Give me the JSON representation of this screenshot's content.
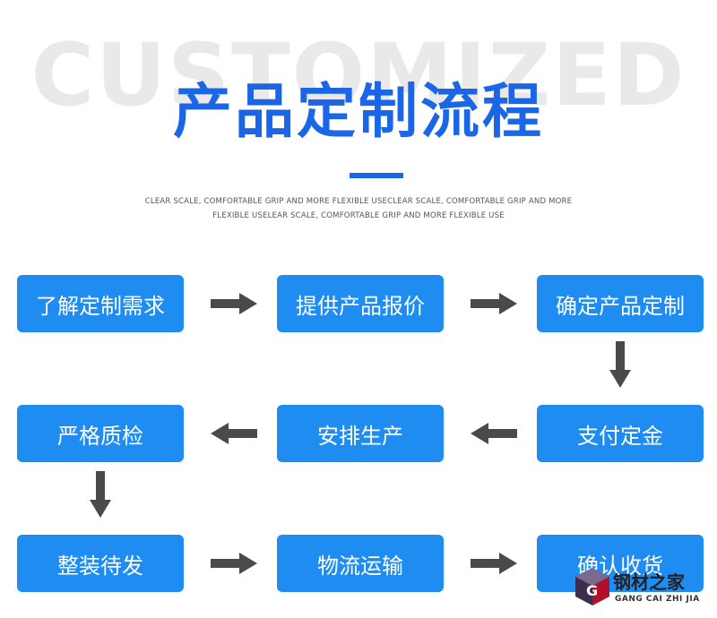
{
  "header": {
    "bg_word": "CUSTOMIZED",
    "title": "产品定制流程",
    "subtitle_line1": "CLEAR SCALE, COMFORTABLE GRIP AND MORE FLEXIBLE USECLEAR SCALE, COMFORTABLE GRIP AND MORE",
    "subtitle_line2": "FLEXIBLE USELEAR SCALE, COMFORTABLE GRIP AND MORE FLEXIBLE USE"
  },
  "steps": [
    {
      "label": "了解定制需求"
    },
    {
      "label": "提供产品报价"
    },
    {
      "label": "确定产品定制"
    },
    {
      "label": "支付定金"
    },
    {
      "label": "安排生产"
    },
    {
      "label": "严格质检"
    },
    {
      "label": "整装待发"
    },
    {
      "label": "物流运输"
    },
    {
      "label": "确认收货"
    }
  ],
  "colors": {
    "title": "#1a66e6",
    "box": "#1e8cf0",
    "arrow": "#4a4a4a",
    "bg_word": "#e9e9e9"
  },
  "watermark": {
    "name": "钢材之家",
    "sub": "GANG CAI ZHI JIA"
  }
}
